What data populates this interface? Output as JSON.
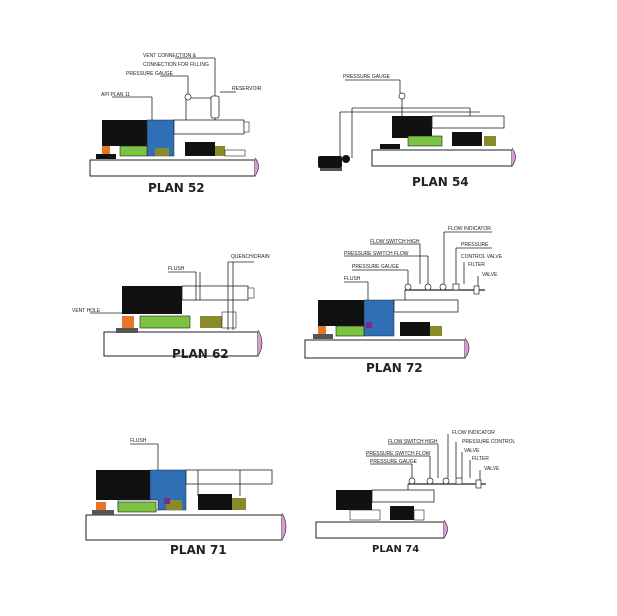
{
  "colors": {
    "black": "#111111",
    "green": "#7cc243",
    "blue": "#2f6fb5",
    "olive": "#8a8a2a",
    "orange": "#e8742a",
    "pink": "#d99ad6",
    "purple": "#7b2a8a",
    "gray": "#9a9a9a"
  },
  "plans": {
    "p52": {
      "title": "PLAN 52",
      "labels": {
        "vent": "VENT CONNECTION &",
        "vent2": "CONNECTION FOR FILLING",
        "gauge": "PRESSURE GAUGE",
        "api": "API PLAN 11",
        "reservoir": "RESERVOIR"
      }
    },
    "p54": {
      "title": "PLAN 54",
      "labels": {
        "gauge": "PRESSURE GAUGE"
      }
    },
    "p62": {
      "title": "PLAN 62",
      "labels": {
        "flush": "FLUSH",
        "quench": "QUENCH/DRAIN",
        "vent": "VENT HOLE"
      }
    },
    "p72": {
      "title": "PLAN 72",
      "labels": {
        "flowind": "FLOW INDICATOR",
        "fsh": "FLOW SWITCH HIGH",
        "pressure": "PRESSURE",
        "psf": "PRESSURE SWITCH FLOW",
        "cv": "CONTROL VALVE",
        "filter": "FILTER",
        "pg": "PRESSURE GAUGE",
        "valve": "VALVE",
        "flush": "FLUSH"
      }
    },
    "p71": {
      "title": "PLAN 71",
      "labels": {
        "flush": "FLUSH"
      }
    },
    "p74": {
      "title": "PLAN 74",
      "labels": {
        "flowind": "FLOW INDICATOR",
        "fsh": "FLOW SWITCH HIGH",
        "pc": "PRESSURE CONTROL",
        "psf": "PRESSURE SWITCH FLOW",
        "valve1": "VALVE",
        "pg": "PRESSURE GAUGE",
        "filter": "FILTER",
        "valve2": "VALVE"
      }
    }
  }
}
